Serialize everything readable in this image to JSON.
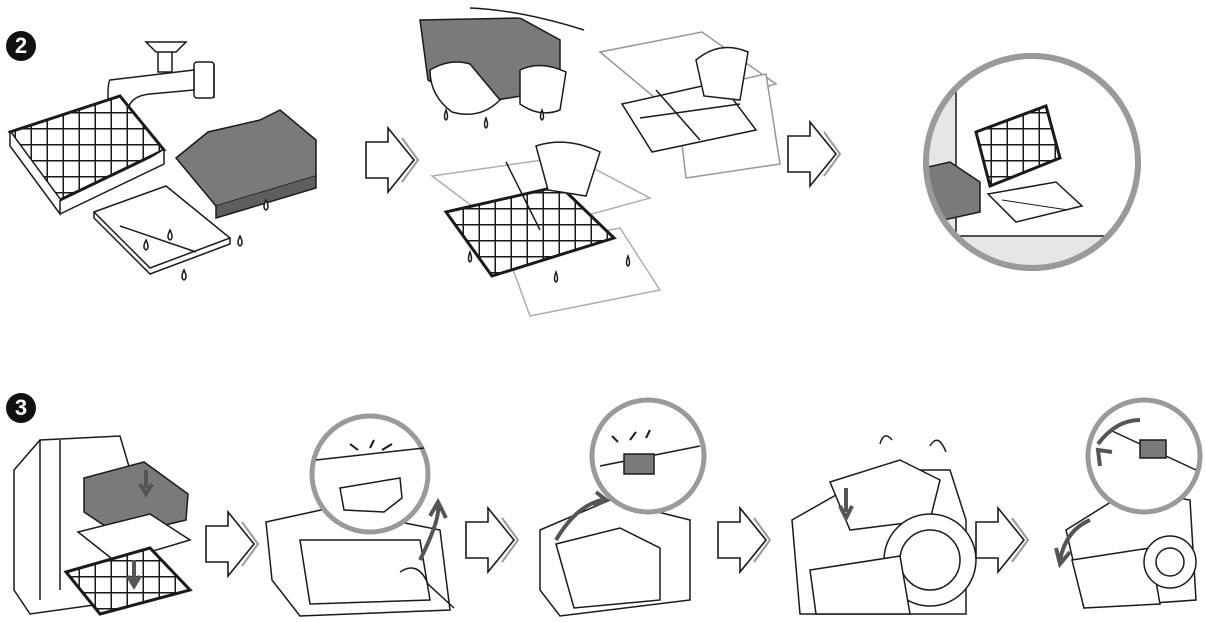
{
  "steps": [
    {
      "number": "2",
      "panels": 3,
      "description_icons": [
        "faucet-rinse-icon",
        "wring-and-brush-icon",
        "air-dry-icon"
      ]
    },
    {
      "number": "3",
      "panels": 5,
      "description_icons": [
        "insert-filters-icon",
        "close-cover-icon",
        "latch-cover-icon",
        "seat-body-icon",
        "close-lid-icon"
      ]
    }
  ],
  "colors": {
    "line": "#1a1a1a",
    "filter_gray": "#7a7a7a",
    "light_gray": "#bdbdbd",
    "circle_bg": "#e6e6e6",
    "arrow_fill": "#ffffff"
  },
  "icons": [
    "next-step-arrow-icon"
  ]
}
